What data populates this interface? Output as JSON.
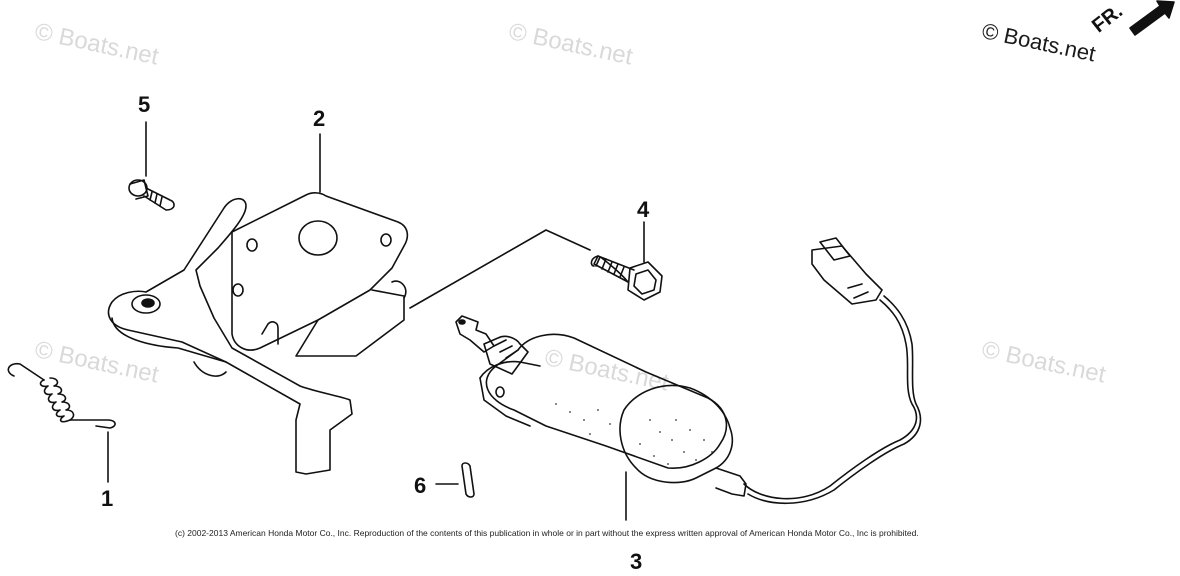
{
  "watermarks": {
    "top_left": "© Boats.net",
    "top_middle": "© Boats.net",
    "mid_left": "© Boats.net",
    "mid_center": "© Boats.net",
    "mid_right": "© Boats.net",
    "top_right": "© Boats.net"
  },
  "orientation_label": "FR.",
  "callouts": [
    "1",
    "2",
    "3",
    "4",
    "5",
    "6"
  ],
  "copyright": "(c) 2002-2013 American Honda Motor Co., Inc. Reproduction of the contents of this publication in whole or in part without the express written approval of American Honda Motor Co., Inc is prohibited."
}
